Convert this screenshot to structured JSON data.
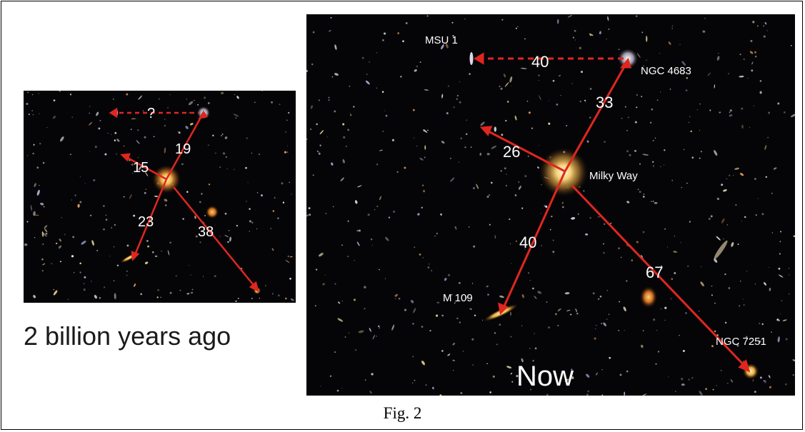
{
  "figure_label": "Fig. 2",
  "past_panel": {
    "caption": "2 billion years ago",
    "unknown_label": "?",
    "distances": [
      "19",
      "15",
      "23",
      "38"
    ],
    "line_color": "#e0261f",
    "label_color": "#ffffff"
  },
  "now_panel": {
    "caption": "Now",
    "distances": [
      "40",
      "33",
      "26",
      "40",
      "67"
    ],
    "galaxies": [
      "MSU 1",
      "NGC 4683",
      "Milky Way",
      "M 109",
      "NGC 7251"
    ],
    "line_color": "#e0261f",
    "label_color": "#ffffff"
  }
}
